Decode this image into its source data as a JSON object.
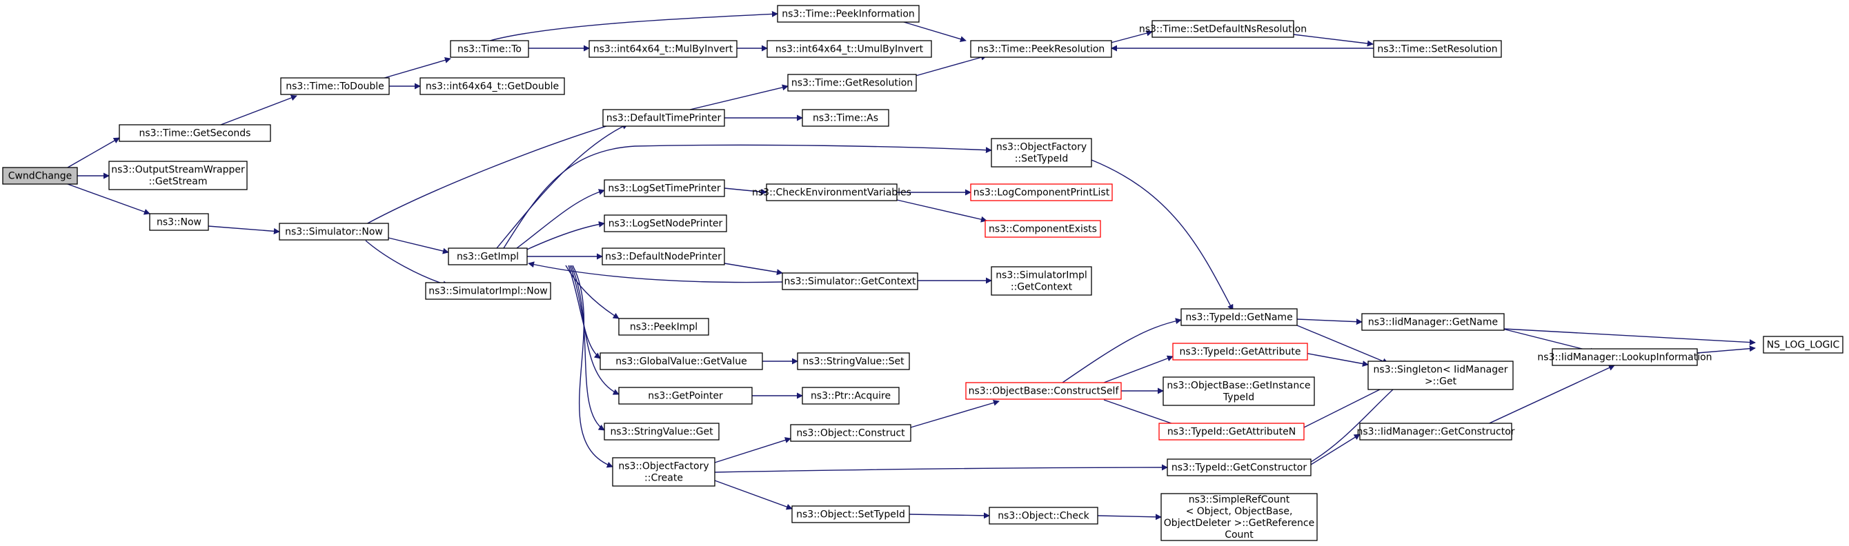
{
  "colors": {
    "edge": "#191970",
    "node_border": "#000000",
    "truncated_border": "#ff0000",
    "root_fill": "#bfbfbf"
  },
  "nodes": [
    {
      "id": "cwnd",
      "lines": [
        "CwndChange"
      ],
      "style": "root"
    },
    {
      "id": "getseconds",
      "lines": [
        "ns3::Time::GetSeconds"
      ]
    },
    {
      "id": "osw",
      "lines": [
        "ns3::OutputStreamWrapper",
        "::GetStream"
      ]
    },
    {
      "id": "now",
      "lines": [
        "ns3::Now"
      ]
    },
    {
      "id": "todouble",
      "lines": [
        "ns3::Time::ToDouble"
      ]
    },
    {
      "id": "timeto",
      "lines": [
        "ns3::Time::To"
      ]
    },
    {
      "id": "getdouble",
      "lines": [
        "ns3::int64x64_t::GetDouble"
      ]
    },
    {
      "id": "mulbyinvert",
      "lines": [
        "ns3::int64x64_t::MulByInvert"
      ]
    },
    {
      "id": "umulbyinvert",
      "lines": [
        "ns3::int64x64_t::UmulByInvert"
      ]
    },
    {
      "id": "peekinfo",
      "lines": [
        "ns3::Time::PeekInformation"
      ]
    },
    {
      "id": "peekres",
      "lines": [
        "ns3::Time::PeekResolution"
      ]
    },
    {
      "id": "setdefns",
      "lines": [
        "ns3::Time::SetDefaultNsResolution"
      ]
    },
    {
      "id": "setres",
      "lines": [
        "ns3::Time::SetResolution"
      ]
    },
    {
      "id": "getres",
      "lines": [
        "ns3::Time::GetResolution"
      ]
    },
    {
      "id": "deftp",
      "lines": [
        "ns3::DefaultTimePrinter"
      ]
    },
    {
      "id": "timeas",
      "lines": [
        "ns3::Time::As"
      ]
    },
    {
      "id": "simnow",
      "lines": [
        "ns3::Simulator::Now"
      ]
    },
    {
      "id": "simimplnow",
      "lines": [
        "ns3::SimulatorImpl::Now"
      ]
    },
    {
      "id": "getimpl",
      "lines": [
        "ns3::GetImpl"
      ]
    },
    {
      "id": "ofsettypeid",
      "lines": [
        "ns3::ObjectFactory",
        "::SetTypeId"
      ]
    },
    {
      "id": "logsettp",
      "lines": [
        "ns3::LogSetTimePrinter"
      ]
    },
    {
      "id": "checkenv",
      "lines": [
        "ns3::CheckEnvironmentVariables"
      ]
    },
    {
      "id": "logcpl",
      "lines": [
        "ns3::LogComponentPrintList"
      ],
      "style": "red"
    },
    {
      "id": "compexists",
      "lines": [
        "ns3::ComponentExists"
      ],
      "style": "red"
    },
    {
      "id": "logsetnp",
      "lines": [
        "ns3::LogSetNodePrinter"
      ]
    },
    {
      "id": "defnp",
      "lines": [
        "ns3::DefaultNodePrinter"
      ]
    },
    {
      "id": "simgetctx",
      "lines": [
        "ns3::Simulator::GetContext"
      ]
    },
    {
      "id": "simimplgetctx",
      "lines": [
        "ns3::SimulatorImpl",
        "::GetContext"
      ]
    },
    {
      "id": "peekimpl",
      "lines": [
        "ns3::PeekImpl"
      ]
    },
    {
      "id": "gvgetvalue",
      "lines": [
        "ns3::GlobalValue::GetValue"
      ]
    },
    {
      "id": "strvalset",
      "lines": [
        "ns3::StringValue::Set"
      ]
    },
    {
      "id": "getpointer",
      "lines": [
        "ns3::GetPointer"
      ]
    },
    {
      "id": "ptracquire",
      "lines": [
        "ns3::Ptr::Acquire"
      ]
    },
    {
      "id": "strvalget",
      "lines": [
        "ns3::StringValue::Get"
      ]
    },
    {
      "id": "ofcreate",
      "lines": [
        "ns3::ObjectFactory",
        "::Create"
      ]
    },
    {
      "id": "objconstruct",
      "lines": [
        "ns3::Object::Construct"
      ]
    },
    {
      "id": "objsettypeid",
      "lines": [
        "ns3::Object::SetTypeId"
      ]
    },
    {
      "id": "objcheck",
      "lines": [
        "ns3::Object::Check"
      ]
    },
    {
      "id": "simplerefcount",
      "lines": [
        "ns3::SimpleRefCount",
        "< Object, ObjectBase,",
        "ObjectDeleter >::GetReference",
        "Count"
      ]
    },
    {
      "id": "obconstructself",
      "lines": [
        "ns3::ObjectBase::ConstructSelf"
      ],
      "style": "red"
    },
    {
      "id": "typeidgetname",
      "lines": [
        "ns3::TypeId::GetName"
      ]
    },
    {
      "id": "typeidgetattr",
      "lines": [
        "ns3::TypeId::GetAttribute"
      ],
      "style": "red"
    },
    {
      "id": "obgetinsttypeid",
      "lines": [
        "ns3::ObjectBase::GetInstance",
        "TypeId"
      ]
    },
    {
      "id": "typeidgetattrn",
      "lines": [
        "ns3::TypeId::GetAttributeN"
      ],
      "style": "red"
    },
    {
      "id": "typeidgetctor",
      "lines": [
        "ns3::TypeId::GetConstructor"
      ]
    },
    {
      "id": "iidgetname",
      "lines": [
        "ns3::IidManager::GetName"
      ]
    },
    {
      "id": "singletonget",
      "lines": [
        "ns3::Singleton< IidManager",
        ">::Get"
      ]
    },
    {
      "id": "iidgetctor",
      "lines": [
        "ns3::IidManager::GetConstructor"
      ]
    },
    {
      "id": "iidlookup",
      "lines": [
        "ns3::IidManager::LookupInformation"
      ]
    },
    {
      "id": "nslog",
      "lines": [
        "NS_LOG_LOGIC"
      ]
    }
  ]
}
